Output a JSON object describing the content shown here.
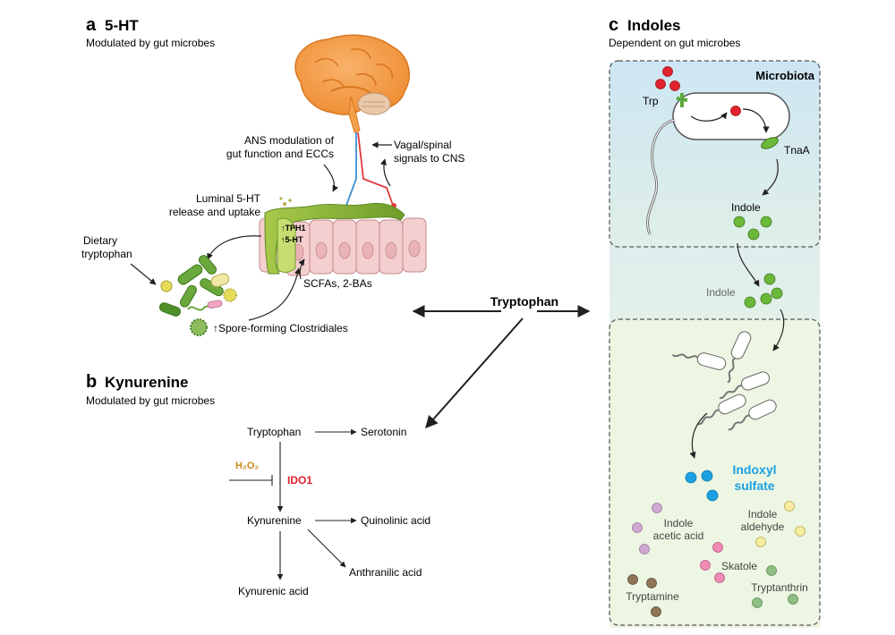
{
  "panel_a": {
    "letter": "a",
    "title": "5-HT",
    "subtitle": "Modulated by gut microbes",
    "ans_line1": "ANS modulation of",
    "ans_line2": "gut function and ECCs",
    "vagal_line1": "Vagal/spinal",
    "vagal_line2": "signals to CNS",
    "luminal_line1": "Luminal 5-HT",
    "luminal_line2": "release and uptake",
    "dietary_line1": "Dietary",
    "dietary_line2": "tryptophan",
    "tph1": "↑TPH1",
    "ht5": "↑5-HT",
    "scfa": "SCFAs, 2-BAs",
    "spore": "↑Spore-forming Clostridiales"
  },
  "center": {
    "tryptophan": "Tryptophan"
  },
  "panel_b": {
    "letter": "b",
    "title": "Kynurenine",
    "subtitle": "Modulated by gut microbes",
    "tryptophan": "Tryptophan",
    "serotonin": "Serotonin",
    "h2o2": "H₂O₂",
    "ido1": "IDO1",
    "kynurenine": "Kynurenine",
    "quinolinic": "Quinolinic acid",
    "anthranilic": "Anthranilic acid",
    "kynurenic": "Kynurenic acid"
  },
  "panel_c": {
    "letter": "c",
    "title": "Indoles",
    "subtitle": "Dependent on gut microbes",
    "microbiota": "Microbiota",
    "trp": "Trp",
    "tnaa": "TnaA",
    "indole_in": "Indole",
    "indole_mid": "Indole",
    "indoxyl_line1": "Indoxyl",
    "indoxyl_line2": "sulfate",
    "iaa_line1": "Indole",
    "iaa_line2": "acetic acid",
    "ia_line1": "Indole",
    "ia_line2": "aldehyde",
    "skatole": "Skatole",
    "tryptamine": "Tryptamine",
    "tryptanthrin": "Tryptanthrin"
  },
  "colors": {
    "trp_red": "#e0232e",
    "indole_green": "#6bb83a",
    "indoxyl_blue": "#1ba1e2",
    "iaa_purple": "#cfa9d3",
    "aldehyde_yellow": "#f7eca0",
    "skatole_pink": "#ef8bb4",
    "tryptamine_brown": "#8f7558",
    "tryptanthrin_green": "#8fbf84",
    "ido1_red": "#e0232e",
    "h2o2_gold": "#c88a1a",
    "microbiota_bg_top": "#cfe6f2",
    "microbiota_bg_bottom": "#e9f4e0"
  }
}
